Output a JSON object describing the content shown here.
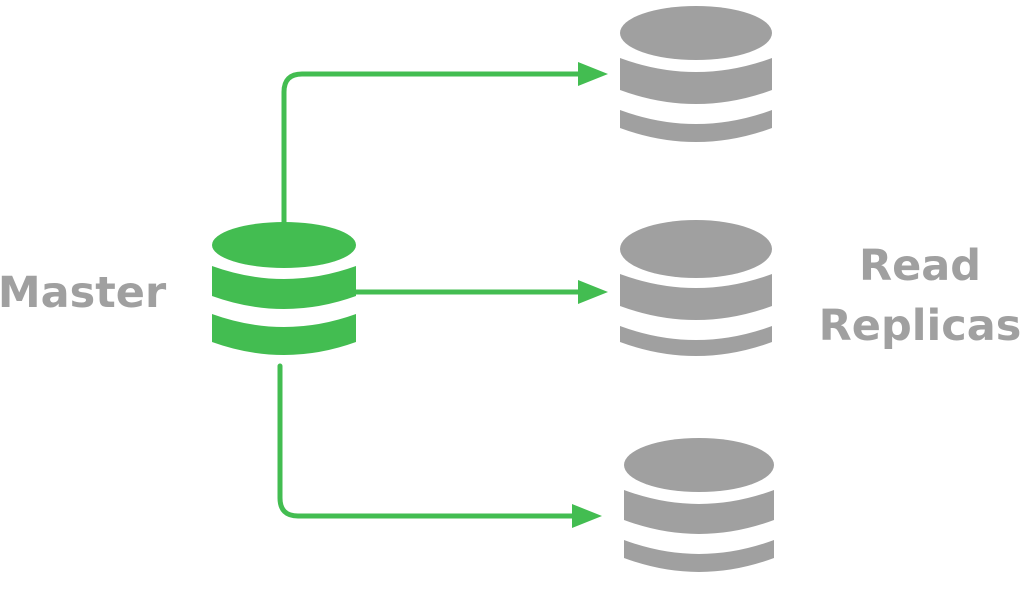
{
  "labels": {
    "master": "Master",
    "replicas_line1": "Read",
    "replicas_line2": "Replicas"
  },
  "colors": {
    "master": "#43bd51",
    "replica": "#a0a0a0",
    "connector": "#43bd51",
    "label": "#a0a0a0",
    "background": "#ffffff"
  },
  "nodes": [
    {
      "id": "master",
      "kind": "database-icon",
      "role": "master"
    },
    {
      "id": "replica-1",
      "kind": "database-icon",
      "role": "replica"
    },
    {
      "id": "replica-2",
      "kind": "database-icon",
      "role": "replica"
    },
    {
      "id": "replica-3",
      "kind": "database-icon",
      "role": "replica"
    }
  ],
  "edges": [
    {
      "from": "master",
      "to": "replica-1"
    },
    {
      "from": "master",
      "to": "replica-2"
    },
    {
      "from": "master",
      "to": "replica-3"
    }
  ]
}
